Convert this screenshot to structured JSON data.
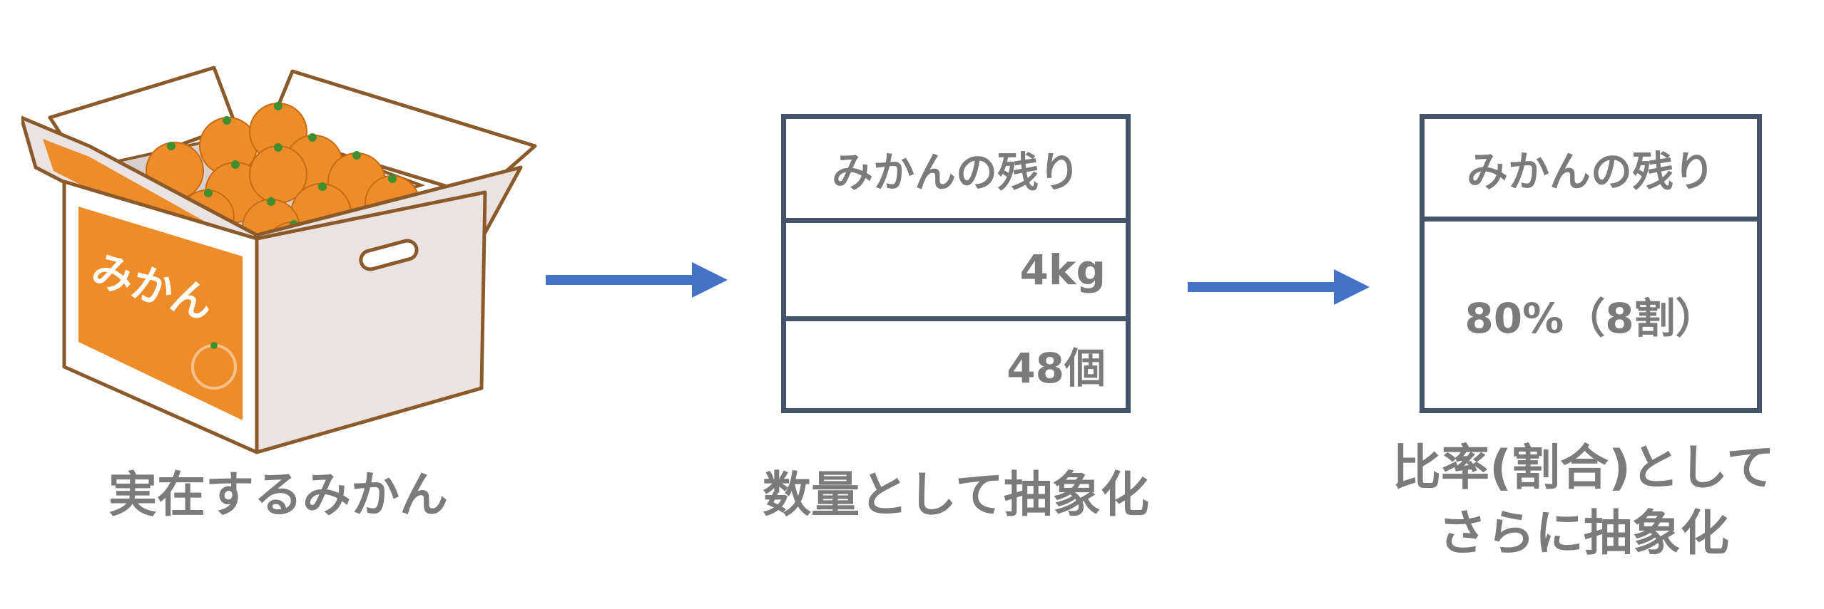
{
  "illustration": {
    "box_label": "みかん",
    "colors": {
      "orange": "#ee8c2a",
      "box": "#ebe3e1",
      "outline": "#8b5a2b",
      "leaf": "#3f8f2f"
    }
  },
  "colors": {
    "table_border": "#44546a",
    "arrow": "#4472c4",
    "text": "#7b7b7b"
  },
  "table1": {
    "header": "みかんの残り",
    "rows": [
      "4kg",
      "48個"
    ]
  },
  "table2": {
    "header": "みかんの残り",
    "value": "80%（8割）"
  },
  "captions": {
    "real": "実在するみかん",
    "quantity": "数量として抽象化",
    "ratio_line1": "比率(割合)として",
    "ratio_line2": "さらに抽象化"
  }
}
